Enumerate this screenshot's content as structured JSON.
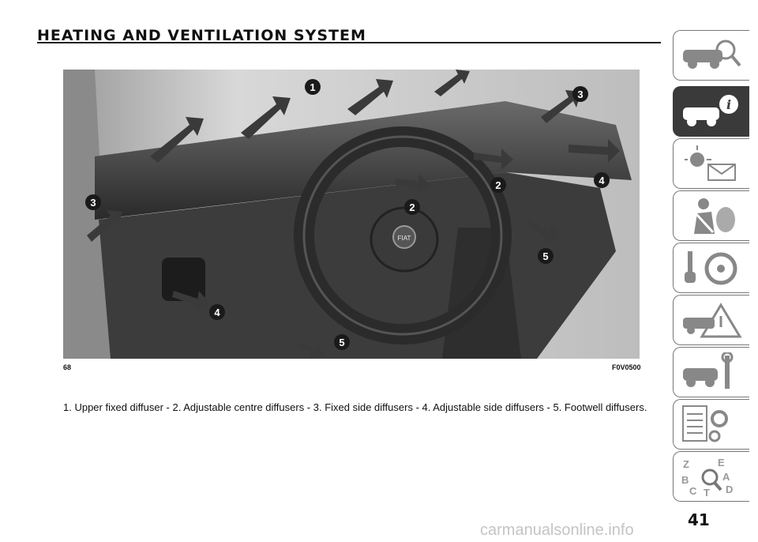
{
  "page": {
    "title": "HEATING AND VENTILATION SYSTEM",
    "page_number": "41",
    "watermark": "carmanualsonline.info"
  },
  "figure": {
    "number": "68",
    "code": "F0V0500",
    "badge_1": "1",
    "badge_2": "2",
    "badge_3": "3",
    "badge_4": "4",
    "badge_5": "5",
    "logo_text": "FIAT"
  },
  "caption": "1. Upper fixed diffuser - 2. Adjustable centre diffusers - 3. Fixed side diffusers - 4. Adjustable side diffusers - 5. Footwell diffusers.",
  "side_tabs": [
    {
      "icon": "car-search-icon",
      "active": false
    },
    {
      "icon": "car-info-icon",
      "active": true
    },
    {
      "icon": "warning-light-message-icon",
      "active": false
    },
    {
      "icon": "seatbelt-airbag-icon",
      "active": false
    },
    {
      "icon": "key-steering-wheel-icon",
      "active": false
    },
    {
      "icon": "breakdown-warning-icon",
      "active": false
    },
    {
      "icon": "car-wrench-icon",
      "active": false
    },
    {
      "icon": "technical-data-gears-icon",
      "active": false
    },
    {
      "icon": "alphabetical-index-icon",
      "active": false
    }
  ]
}
